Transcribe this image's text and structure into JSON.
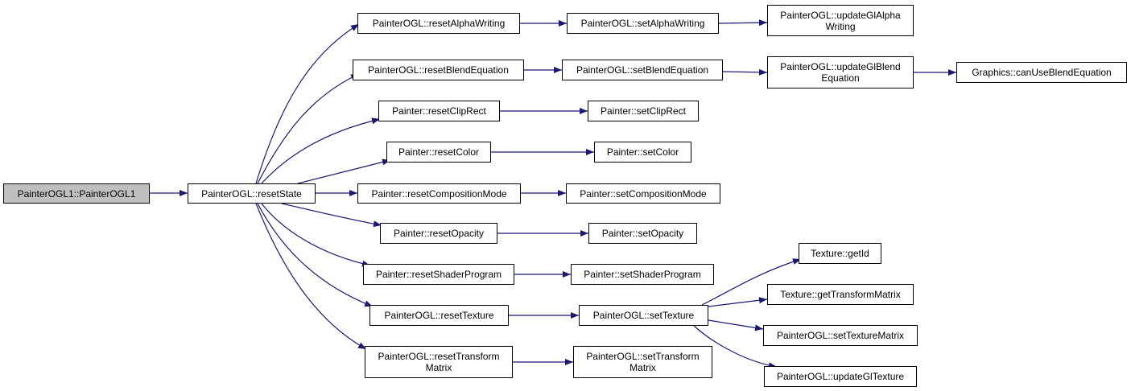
{
  "diagram": {
    "colors": {
      "edge": "#191970",
      "node_border": "#000000",
      "root_fill": "#bfbfbf",
      "node_fill": "#ffffff"
    },
    "nodes": {
      "root": "PainterOGL1::PainterOGL1",
      "resetState": "PainterOGL::resetState",
      "resetAlphaWriting": "PainterOGL::resetAlphaWriting",
      "setAlphaWriting": "PainterOGL::setAlphaWriting",
      "updateGlAlphaWriting": "PainterOGL::updateGlAlpha\nWriting",
      "resetBlendEquation": "PainterOGL::resetBlendEquation",
      "setBlendEquation": "PainterOGL::setBlendEquation",
      "updateGlBlendEquation": "PainterOGL::updateGlBlend\nEquation",
      "canUseBlendEquation": "Graphics::canUseBlendEquation",
      "resetClipRect": "Painter::resetClipRect",
      "setClipRect": "Painter::setClipRect",
      "resetColor": "Painter::resetColor",
      "setColor": "Painter::setColor",
      "resetCompositionMode": "Painter::resetCompositionMode",
      "setCompositionMode": "Painter::setCompositionMode",
      "resetOpacity": "Painter::resetOpacity",
      "setOpacity": "Painter::setOpacity",
      "resetShaderProgram": "Painter::resetShaderProgram",
      "setShaderProgram": "Painter::setShaderProgram",
      "resetTexture": "PainterOGL::resetTexture",
      "setTexture": "PainterOGL::setTexture",
      "getId": "Texture::getId",
      "getTransformMatrix": "Texture::getTransformMatrix",
      "setTextureMatrix": "PainterOGL::setTextureMatrix",
      "updateGlTexture": "PainterOGL::updateGlTexture",
      "resetTransformMatrix": "PainterOGL::resetTransform\nMatrix",
      "setTransformMatrix": "PainterOGL::setTransform\nMatrix"
    }
  }
}
